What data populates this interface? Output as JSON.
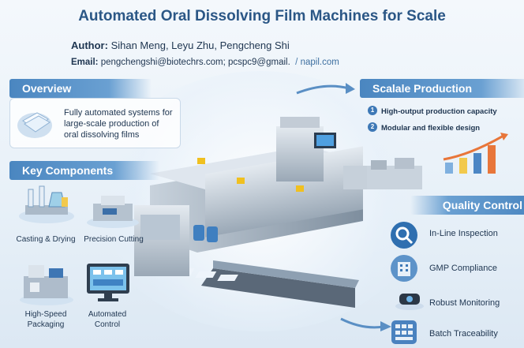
{
  "header": {
    "title": "Automated Oral Dissolving Film Machines for Scale",
    "author_label": "Author:",
    "authors": "Sihan Meng, Leyu Zhu, Pengcheng Shi",
    "email_label": "Email:",
    "emails": "pengchengshi@biotechrs.com; pcspc9@gmail.",
    "email_tail": "napil.com"
  },
  "overview": {
    "heading": "Overview",
    "text_lines": [
      "Fully automated systems for",
      "large-scale production of",
      "oral dissolving films"
    ]
  },
  "key_components": {
    "heading": "Key Components",
    "items": [
      {
        "label": "Casting & Drying",
        "icon": "casting-drying-icon"
      },
      {
        "label": "Precision Cutting",
        "icon": "cutting-machine-icon"
      },
      {
        "label_lines": [
          "High-Speed",
          "Packaging"
        ],
        "icon": "packaging-machine-icon"
      },
      {
        "label_lines": [
          "Automated",
          "Control"
        ],
        "icon": "control-monitor-icon"
      }
    ]
  },
  "scalable_production": {
    "heading": "Scalale Production",
    "items": [
      {
        "number": "1",
        "text": "High-output production capacity"
      },
      {
        "number": "2",
        "text": "Modular and flexible design"
      }
    ]
  },
  "quality_control": {
    "heading": "Quality Control",
    "items": [
      {
        "label": "In-Line Inspection",
        "icon": "magnifier-icon"
      },
      {
        "label": "GMP Compliance",
        "icon": "building-icon"
      },
      {
        "label": "Robust Monitoring",
        "icon": "monitoring-device-icon"
      },
      {
        "label": "Batch Traceability",
        "icon": "keypad-icon"
      }
    ]
  },
  "colors": {
    "title": "#2b5786",
    "header_band": "#4a86c0",
    "text": "#1e3550",
    "accent_orange": "#e8763a"
  }
}
